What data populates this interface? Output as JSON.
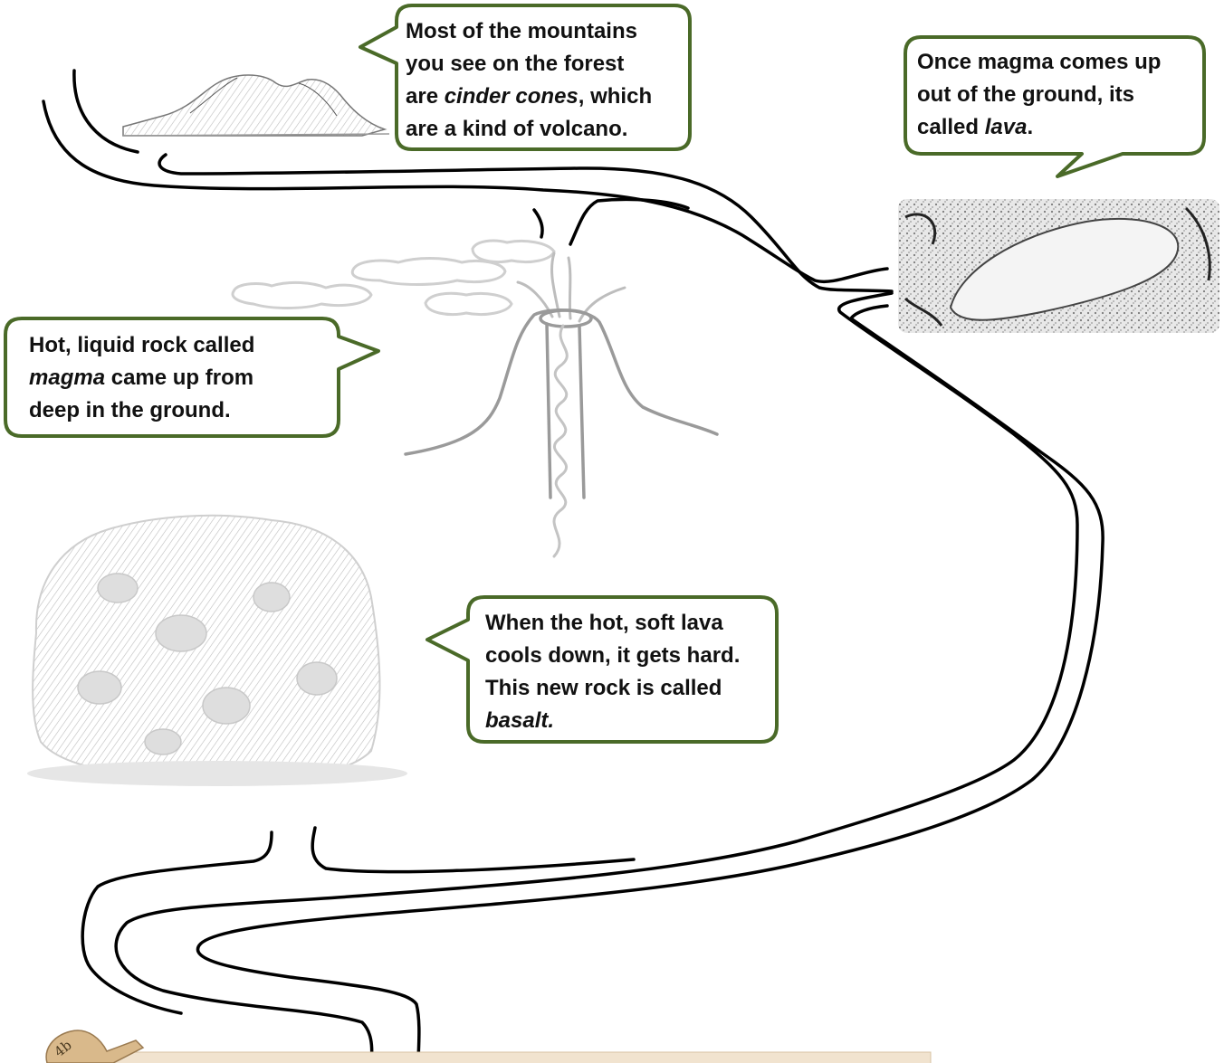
{
  "bubbles": {
    "cinder_cones": {
      "line1": "Most of the mountains",
      "line2": "you see on the forest",
      "line3_pre": "are ",
      "line3_em": "cinder cones",
      "line3_post": ", which",
      "line4": "are a kind of volcano."
    },
    "lava": {
      "line1": "Once magma comes up",
      "line2": "out of the ground, its",
      "line3_pre": "called ",
      "line3_em": "lava",
      "line3_post": "."
    },
    "magma": {
      "line1": "Hot, liquid rock called",
      "line2_em": "magma",
      "line2_post": " came up from",
      "line3": "deep in the ground."
    },
    "basalt": {
      "line1": "When the hot, soft lava",
      "line2": "cools down, it gets hard.",
      "line3": "This new rock is called",
      "line4_em": "basalt."
    }
  },
  "footer_tag": {
    "label": "4b"
  },
  "colors": {
    "bubble_border": "#4a6a28",
    "path_stroke": "#000000",
    "illustration_gray": "#b8b8b8"
  }
}
